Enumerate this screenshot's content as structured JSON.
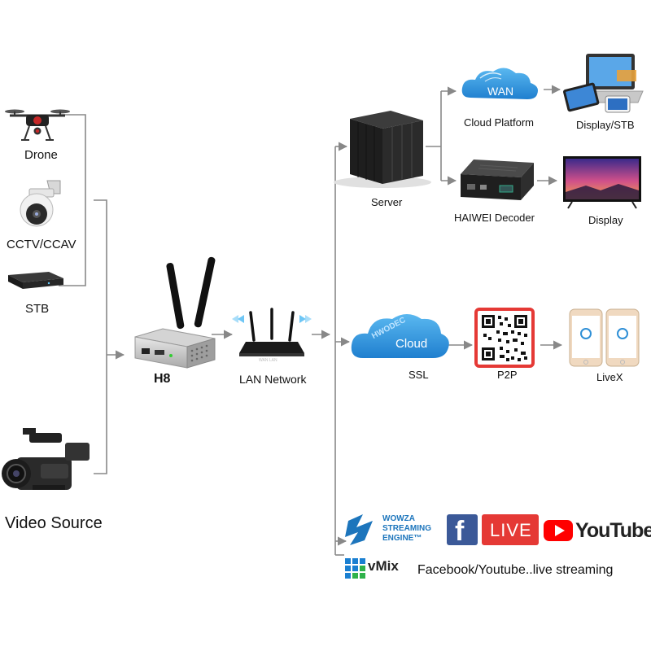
{
  "sources": {
    "drone": "Drone",
    "cctv": "CCTV/CCAV",
    "stb": "STB",
    "video_source": "Video Source"
  },
  "encoder": {
    "model": "H8",
    "ports": "WAN  LAN"
  },
  "network": {
    "lan": "LAN Network"
  },
  "server_branch": {
    "server": "Server",
    "wan_badge": "WAN",
    "cloud_platform": "Cloud Platform",
    "display_stb": "Display/STB",
    "decoder": "HAIWEI Decoder",
    "display": "Display"
  },
  "ssl_branch": {
    "cloud_badge": "Cloud",
    "cloud_watermark": "HWODEC",
    "ssl": "SSL",
    "p2p": "P2P",
    "livex": "LiveX"
  },
  "streaming": {
    "wowza_line1": "WOWZA",
    "wowza_line2": "STREAMING",
    "wowza_line3": "ENGINE™",
    "facebook_glyph": "f",
    "live": "LIVE",
    "youtube": "YouTube",
    "vmix": "vMix",
    "caption": "Facebook/Youtube..live streaming"
  },
  "colors": {
    "line": "#888888",
    "cloud_blue": "#2e8fd6",
    "facebook_blue": "#3b5998",
    "live_red": "#e53935",
    "youtube_red": "#ff0000",
    "qr_red": "#e53935",
    "wowza_blue": "#1c75bc"
  }
}
